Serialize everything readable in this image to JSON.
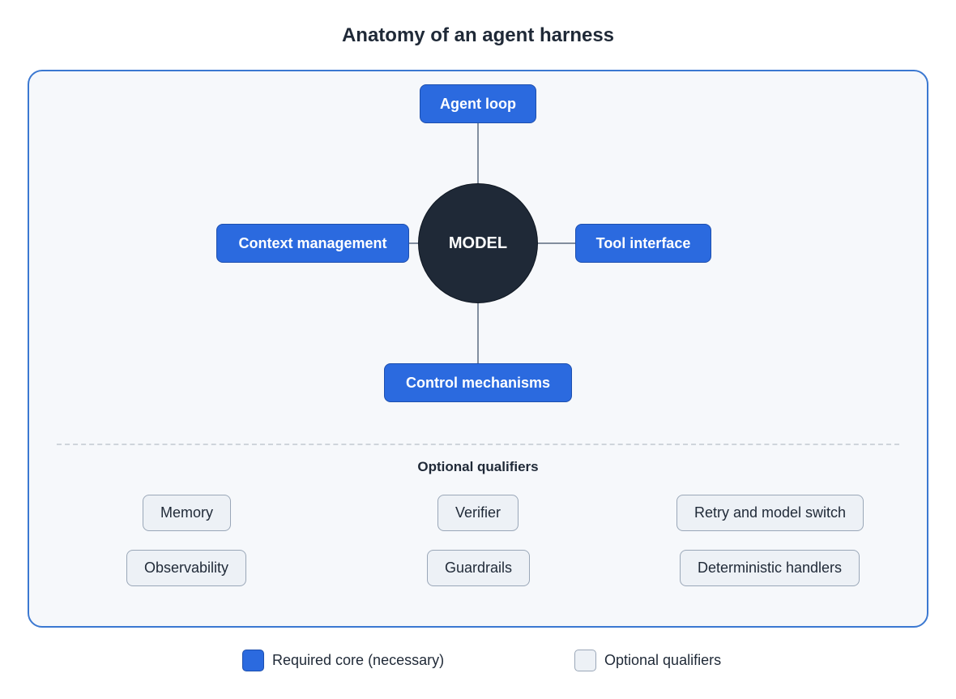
{
  "title": "Anatomy of an agent harness",
  "core": {
    "center": "MODEL",
    "top": "Agent loop",
    "left": "Context management",
    "right": "Tool interface",
    "bottom": "Control mechanisms"
  },
  "optional": {
    "heading": "Optional qualifiers",
    "items": [
      "Memory",
      "Verifier",
      "Retry and model switch",
      "Observability",
      "Guardrails",
      "Deterministic handlers"
    ]
  },
  "legend": {
    "core_label": "Required core (necessary)",
    "optional_label": "Optional qualifiers"
  },
  "colors": {
    "core_fill": "#2b6adf",
    "model_fill": "#1f2937",
    "optional_fill": "#edf1f6",
    "panel_border": "#3b78d1"
  }
}
